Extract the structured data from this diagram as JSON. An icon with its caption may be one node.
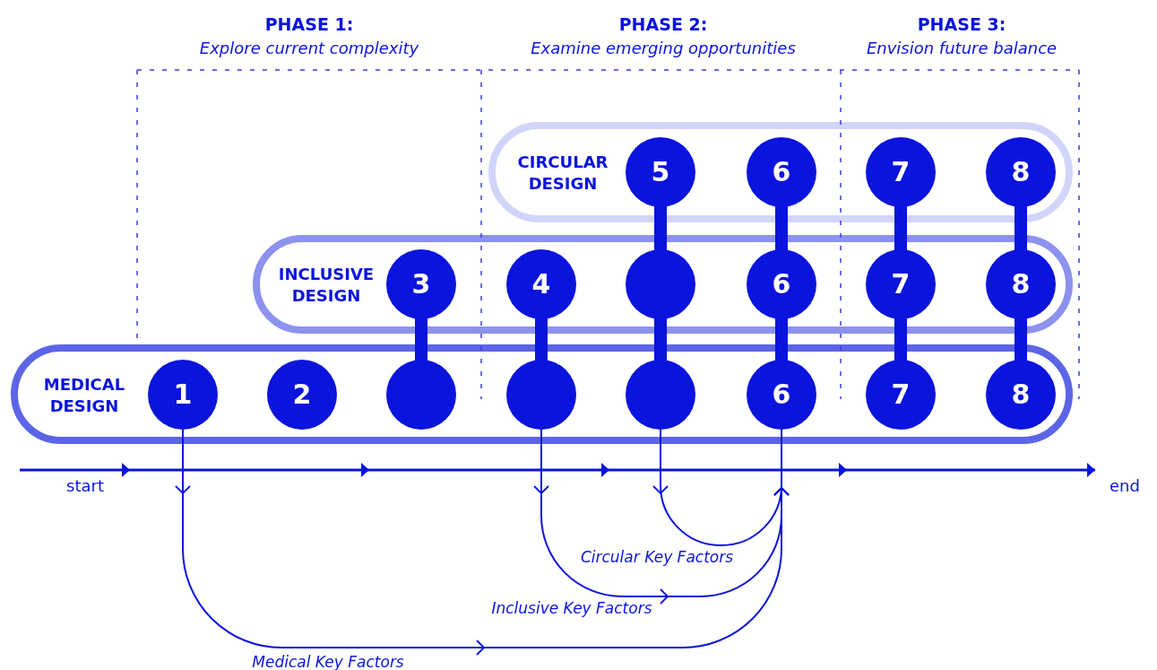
{
  "diagram": {
    "nodes": [
      {
        "text": [
          "CIRCULAR DESIGN"
        ]
      },
      {
        "text": [
          "5"
        ],
        "in": 0
      },
      {
        "text": [
          "6"
        ],
        "in": 0
      },
      {
        "text": [
          "7"
        ],
        "in": 0
      },
      {
        "text": [
          "8"
        ],
        "in": 0
      },
      {
        "text": [
          "INCLUSIVE DESIGN"
        ]
      },
      {
        "text": [
          "3"
        ],
        "in": 5
      },
      {
        "text": [
          "4"
        ],
        "in": 5
      },
      {
        "text": [],
        "shape": "circle",
        "in": 5
      },
      {
        "text": [
          "6"
        ],
        "in": 5
      },
      {
        "text": [
          "7"
        ],
        "in": 5
      },
      {
        "text": [
          "8"
        ],
        "in": 5
      },
      {
        "text": [
          "MEDICAL DESIGN"
        ]
      },
      {
        "text": [
          "1"
        ],
        "in": 12
      },
      {
        "text": [
          "2"
        ],
        "in": 12
      },
      {
        "text": [],
        "shape": "circle",
        "in": 12
      },
      {
        "text": [],
        "shape": "circle",
        "in": 12
      },
      {
        "text": [],
        "shape": "circle",
        "in": 12
      },
      {
        "text": [
          "6"
        ],
        "in": 12
      },
      {
        "text": [
          "7"
        ],
        "in": 12
      },
      {
        "text": [
          "8"
        ],
        "in": 12
      }
    ],
    "edges": [
      {
        "from": 6,
        "to": 15,
        "arrow": "none"
      },
      {
        "from": 7,
        "to": 16,
        "arrow": "none"
      },
      {
        "from": 1,
        "to": 8,
        "arrow": "none"
      },
      {
        "from": 8,
        "to": 17,
        "arrow": "none"
      },
      {
        "from": 2,
        "to": 9,
        "arrow": "none"
      },
      {
        "from": 9,
        "to": 18,
        "arrow": "none"
      },
      {
        "from": 3,
        "to": 10,
        "arrow": "none"
      },
      {
        "from": 10,
        "to": 19,
        "arrow": "none"
      },
      {
        "from": 4,
        "to": 11,
        "arrow": "none"
      },
      {
        "from": 11,
        "to": 20,
        "arrow": "none"
      },
      {
        "from": 17,
        "to": 18,
        "arrow": "to",
        "label": "Circular Key Factors"
      },
      {
        "from": 16,
        "to": 18,
        "arrow": "to",
        "label": "Inclusive Key Factors"
      },
      {
        "from": 13,
        "to": 18,
        "arrow": "to",
        "label": "Medical Key Factors"
      }
    ],
    "labels": [
      "PHASE 1:",
      "Explore current complexity",
      "PHASE 2:",
      "Examine emerging opportunities",
      "PHASE 3:",
      "Envision future balance",
      "start",
      "end"
    ]
  }
}
